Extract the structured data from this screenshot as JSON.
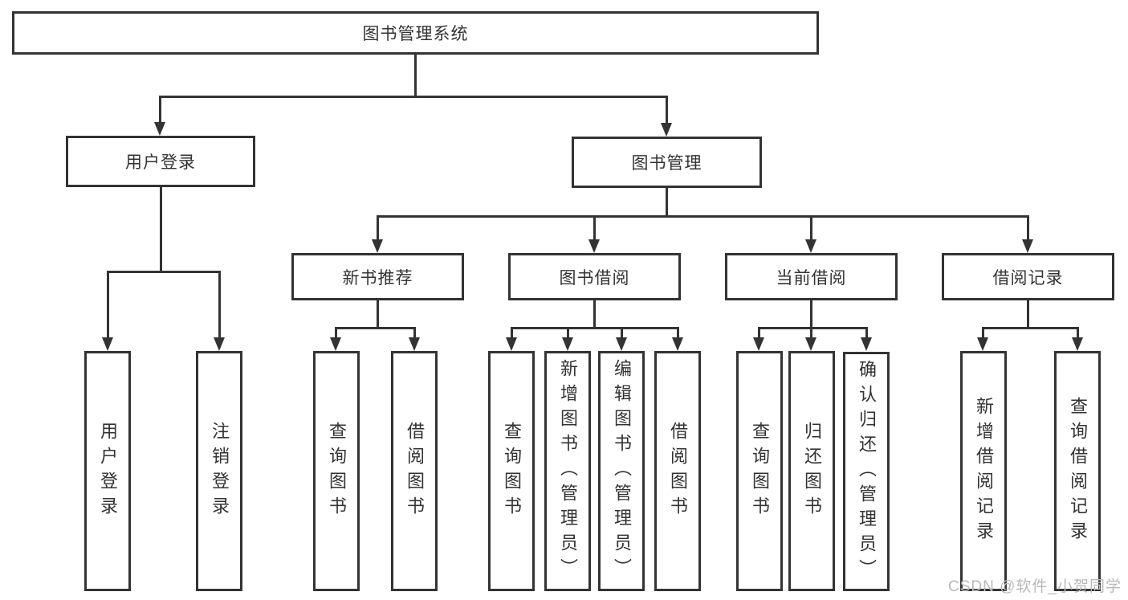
{
  "diagram": {
    "title": "图书管理系统",
    "level2": {
      "user_login": "用户登录",
      "book_management": "图书管理"
    },
    "level3": {
      "new_book_recommend": "新书推荐",
      "book_borrow": "图书借阅",
      "current_borrow": "当前借阅",
      "borrow_records": "借阅记录"
    },
    "leaves": {
      "user_login": [
        "用户登录",
        "注销登录"
      ],
      "new_book_recommend": [
        "查询图书",
        "借阅图书"
      ],
      "book_borrow": [
        "查询图书",
        "新增图书（管理员）",
        "编辑图书（管理员）",
        "借阅图书"
      ],
      "current_borrow": [
        "查询图书",
        "归还图书",
        "确认归还（管理员）"
      ],
      "borrow_records": [
        "新增借阅记录",
        "查询借阅记录"
      ]
    }
  },
  "watermark": {
    "text": "CSDN @软件_小贺同学"
  },
  "colors": {
    "line": "#333333",
    "text": "#333333",
    "watermark": "#b9b9b9",
    "background": "#ffffff"
  }
}
